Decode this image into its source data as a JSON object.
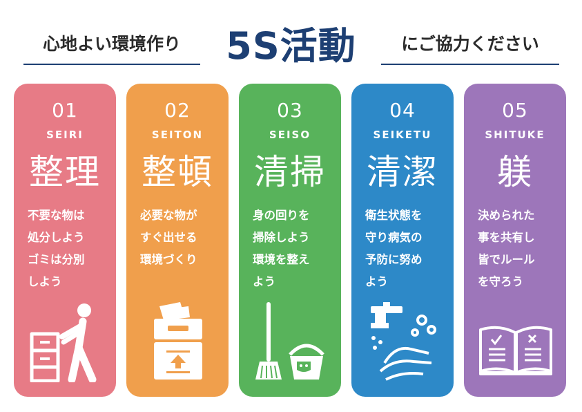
{
  "header": {
    "subtitle_left": "心地よい環境作り",
    "title": "5S活動",
    "subtitle_right": "にご協力ください"
  },
  "cards": [
    {
      "number": "01",
      "roman": "SEIRI",
      "kanji": "整理",
      "description": "不要な物は\n処分しよう\nゴミは分別\nしよう",
      "color": "#e77b86",
      "icon": "person-pushing-boxes-icon"
    },
    {
      "number": "02",
      "roman": "SEITON",
      "kanji": "整頓",
      "description": "必要な物が\nすぐ出せる\n環境づくり",
      "color": "#f09f4c",
      "icon": "filing-cabinet-icon"
    },
    {
      "number": "03",
      "roman": "SEISO",
      "kanji": "清掃",
      "description": "身の回りを\n掃除しよう\n環境を整え\nよう",
      "color": "#58b35b",
      "icon": "broom-and-bucket-icon"
    },
    {
      "number": "04",
      "roman": "SEIKETU",
      "kanji": "清潔",
      "description": "衛生状態を\n守り病気の\n予防に努め\nよう",
      "color": "#2d89c8",
      "icon": "handwashing-icon"
    },
    {
      "number": "05",
      "roman": "SHITUKE",
      "kanji": "躾",
      "description": "決められた\n事を共有し\n皆でルール\nを守ろう",
      "color": "#9d76ba",
      "icon": "rulebook-icon"
    }
  ]
}
